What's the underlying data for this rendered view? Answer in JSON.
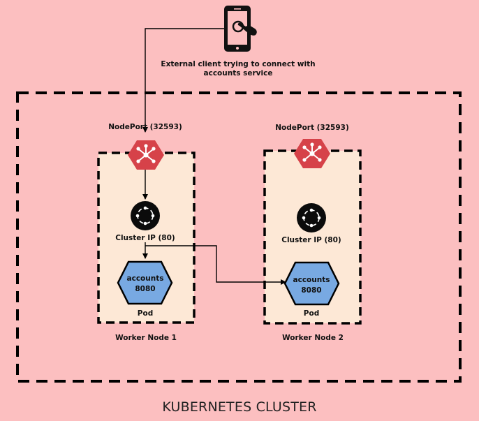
{
  "client": {
    "caption_line1": "External client trying to connect with",
    "caption_line2": "accounts service",
    "icon": "smartphone-touch-icon"
  },
  "cluster": {
    "title": "KUBERNETES CLUSTER"
  },
  "nodes": [
    {
      "nodeport_label": "NodePort (32593)",
      "clusterip_label": "Cluster IP (80)",
      "pod_name": "accounts",
      "pod_port": "8080",
      "pod_label": "Pod",
      "node_label": "Worker Node 1"
    },
    {
      "nodeport_label": "NodePort (32593)",
      "clusterip_label": "Cluster IP (80)",
      "pod_name": "accounts",
      "pod_port": "8080",
      "pod_label": "Pod",
      "node_label": "Worker Node 2"
    }
  ],
  "colors": {
    "background": "#fcbfc0",
    "node_fill": "#fde8d6",
    "nodeport_fill": "#d64249",
    "pod_fill": "#78a9e2",
    "stroke": "#000000"
  }
}
